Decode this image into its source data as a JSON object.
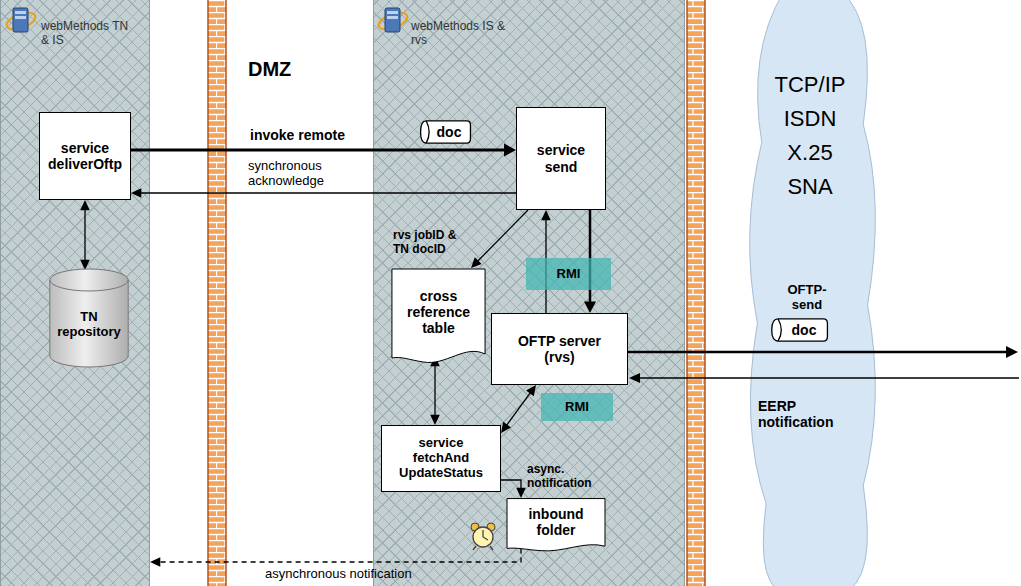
{
  "diagram": {
    "nodes": [
      {
        "text": [
          "webMethods TN & IS"
        ]
      },
      {
        "text": [
          "service deliverOftp"
        ],
        "in": 0
      },
      {
        "text": [
          "TN repository"
        ],
        "in": 0
      },
      {
        "text": [
          "webMethods IS & rvs"
        ]
      },
      {
        "text": [
          "doc"
        ],
        "in": 3
      },
      {
        "text": [
          "service send"
        ],
        "in": 3
      },
      {
        "text": [
          "RMI"
        ],
        "in": 3
      },
      {
        "text": [
          "cross reference table"
        ],
        "in": 3
      },
      {
        "text": [
          "OFTP server (rvs)"
        ],
        "in": 3
      },
      {
        "text": [
          "RMI"
        ],
        "in": 3
      },
      {
        "text": [
          "service fetchAnd UpdateStatus"
        ],
        "in": 3
      },
      {
        "text": [
          "inbound folder"
        ],
        "in": 3
      },
      {
        "text": [
          "TCP/IP ISDN X.25 SNA",
          "OFTP-send"
        ]
      },
      {
        "text": [
          "doc"
        ],
        "in": 12
      }
    ],
    "edges": [
      {
        "from": 1,
        "to": 5,
        "arrow": "to",
        "label": "invoke remote"
      },
      {
        "from": 5,
        "to": 1,
        "arrow": "to",
        "label": "synchronous acknowledge"
      },
      {
        "from": 1,
        "to": 2,
        "arrow": "both"
      },
      {
        "from": 5,
        "to": 7,
        "arrow": "to",
        "label": "rvs jobID & TN docID"
      },
      {
        "from": 5,
        "to": 8,
        "arrow": "to"
      },
      {
        "from": 8,
        "to": 5,
        "arrow": "to"
      },
      {
        "from": 7,
        "to": 10,
        "arrow": "both"
      },
      {
        "from": 10,
        "to": 8,
        "arrow": "both"
      },
      {
        "from": 10,
        "to": 11,
        "arrow": "to",
        "label": "async. notification"
      },
      {
        "from": 11,
        "to": 0,
        "arrow": "to",
        "label": "asynchronous notification"
      }
    ],
    "labels": [
      "DMZ",
      "EERP notification"
    ]
  }
}
